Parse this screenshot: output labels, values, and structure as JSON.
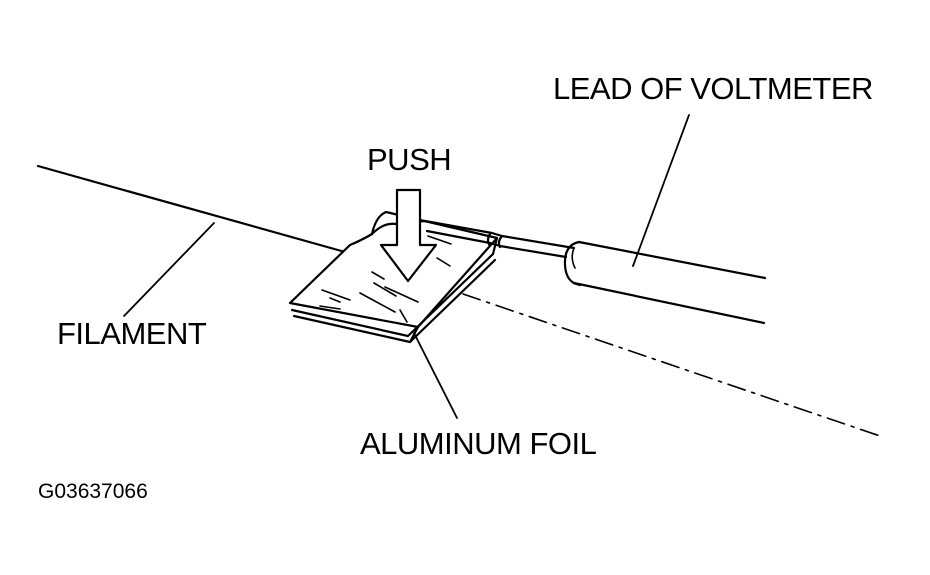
{
  "labels": {
    "lead": "LEAD OF VOLTMETER",
    "push": "PUSH",
    "filament": "FILAMENT",
    "foil": "ALUMINUM FOIL",
    "figure_code": "G03637066"
  },
  "colors": {
    "ink": "#000000",
    "background": "#ffffff"
  }
}
